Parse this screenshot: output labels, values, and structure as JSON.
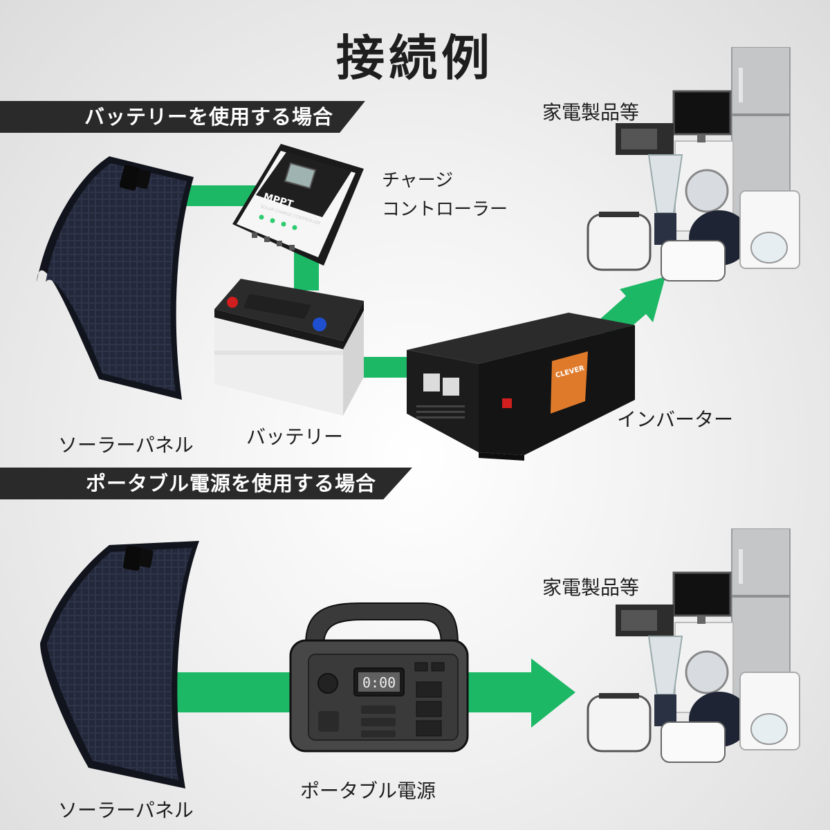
{
  "title": "接続例",
  "sections": {
    "battery": {
      "heading": "バッテリーを使用する場合",
      "solar_label": "ソーラーパネル",
      "controller_label_line1": "チャージ",
      "controller_label_line2": "コントローラー",
      "battery_label": "バッテリー",
      "inverter_label": "インバーター",
      "appliances_label": "家電製品等",
      "controller_brand": "MPPT",
      "controller_subtext": "SOLAR CHARGE CONTROLLER",
      "inverter_brand": "CLEVER"
    },
    "portable": {
      "heading": "ポータブル電源を使用する場合",
      "solar_label": "ソーラーパネル",
      "power_station_label": "ポータブル電源",
      "appliances_label": "家電製品等",
      "display_text": "0:00"
    }
  },
  "colors": {
    "connector_green": "#1db866",
    "banner_bg": "#2a2a2a",
    "panel_dark": "#1b1f2a"
  }
}
